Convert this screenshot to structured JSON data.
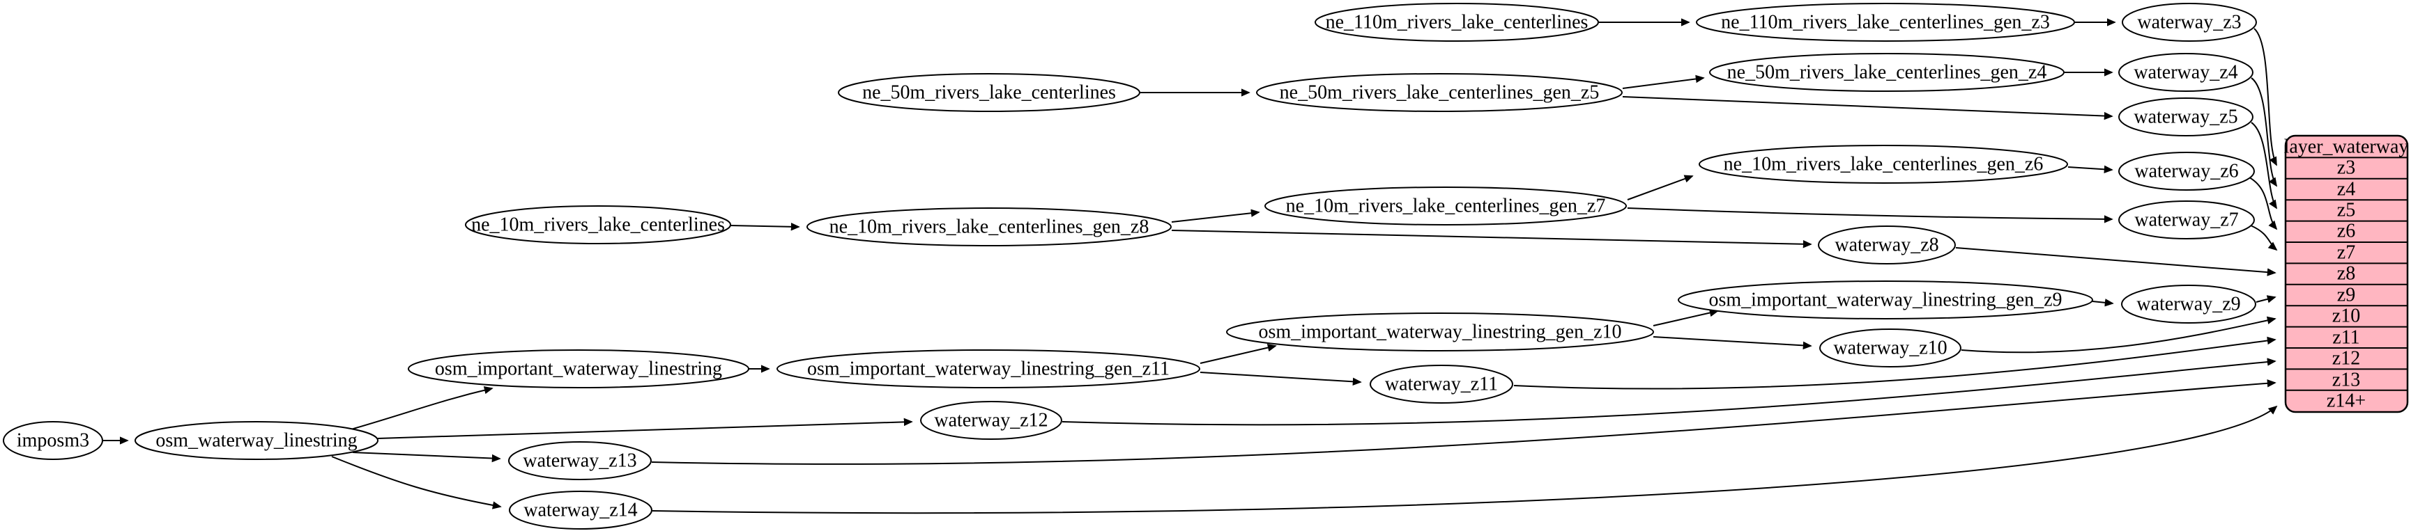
{
  "diagram": {
    "type": "graphviz-flow",
    "background_color": "#ffffff",
    "node_fill": "#ffffff",
    "node_stroke": "#000000",
    "edge_color": "#000000",
    "table_fill": "#ffb6c1"
  },
  "nodes": {
    "imposm3": "imposm3",
    "osm_waterway_linestring": "osm_waterway_linestring",
    "ne_110m_rivers_lake_centerlines": "ne_110m_rivers_lake_centerlines",
    "ne_110m_rivers_lake_centerlines_gen_z3": "ne_110m_rivers_lake_centerlines_gen_z3",
    "waterway_z3": "waterway_z3",
    "ne_50m_rivers_lake_centerlines": "ne_50m_rivers_lake_centerlines",
    "ne_50m_rivers_lake_centerlines_gen_z5": "ne_50m_rivers_lake_centerlines_gen_z5",
    "ne_50m_rivers_lake_centerlines_gen_z4": "ne_50m_rivers_lake_centerlines_gen_z4",
    "waterway_z4": "waterway_z4",
    "waterway_z5": "waterway_z5",
    "ne_10m_rivers_lake_centerlines": "ne_10m_rivers_lake_centerlines",
    "ne_10m_rivers_lake_centerlines_gen_z8": "ne_10m_rivers_lake_centerlines_gen_z8",
    "ne_10m_rivers_lake_centerlines_gen_z7": "ne_10m_rivers_lake_centerlines_gen_z7",
    "ne_10m_rivers_lake_centerlines_gen_z6": "ne_10m_rivers_lake_centerlines_gen_z6",
    "waterway_z6": "waterway_z6",
    "waterway_z7": "waterway_z7",
    "waterway_z8": "waterway_z8",
    "osm_important_waterway_linestring": "osm_important_waterway_linestring",
    "osm_important_waterway_linestring_gen_z11": "osm_important_waterway_linestring_gen_z11",
    "osm_important_waterway_linestring_gen_z10": "osm_important_waterway_linestring_gen_z10",
    "osm_important_waterway_linestring_gen_z9": "osm_important_waterway_linestring_gen_z9",
    "waterway_z9": "waterway_z9",
    "waterway_z10": "waterway_z10",
    "waterway_z11": "waterway_z11",
    "waterway_z12": "waterway_z12",
    "waterway_z13": "waterway_z13",
    "waterway_z14": "waterway_z14"
  },
  "table": {
    "title": "layer_waterway",
    "rows": [
      "z3",
      "z4",
      "z5",
      "z6",
      "z7",
      "z8",
      "z9",
      "z10",
      "z11",
      "z12",
      "z13",
      "z14+"
    ]
  },
  "edges": [
    {
      "from": "imposm3",
      "to": "osm_waterway_linestring"
    },
    {
      "from": "osm_waterway_linestring",
      "to": "osm_important_waterway_linestring"
    },
    {
      "from": "osm_waterway_linestring",
      "to": "waterway_z12"
    },
    {
      "from": "osm_waterway_linestring",
      "to": "waterway_z13"
    },
    {
      "from": "osm_waterway_linestring",
      "to": "waterway_z14"
    },
    {
      "from": "osm_important_waterway_linestring",
      "to": "osm_important_waterway_linestring_gen_z11"
    },
    {
      "from": "osm_important_waterway_linestring_gen_z11",
      "to": "osm_important_waterway_linestring_gen_z10"
    },
    {
      "from": "osm_important_waterway_linestring_gen_z11",
      "to": "waterway_z11"
    },
    {
      "from": "osm_important_waterway_linestring_gen_z10",
      "to": "osm_important_waterway_linestring_gen_z9"
    },
    {
      "from": "osm_important_waterway_linestring_gen_z10",
      "to": "waterway_z10"
    },
    {
      "from": "osm_important_waterway_linestring_gen_z9",
      "to": "waterway_z9"
    },
    {
      "from": "ne_110m_rivers_lake_centerlines",
      "to": "ne_110m_rivers_lake_centerlines_gen_z3"
    },
    {
      "from": "ne_110m_rivers_lake_centerlines_gen_z3",
      "to": "waterway_z3"
    },
    {
      "from": "ne_50m_rivers_lake_centerlines",
      "to": "ne_50m_rivers_lake_centerlines_gen_z5"
    },
    {
      "from": "ne_50m_rivers_lake_centerlines_gen_z5",
      "to": "ne_50m_rivers_lake_centerlines_gen_z4"
    },
    {
      "from": "ne_50m_rivers_lake_centerlines_gen_z5",
      "to": "waterway_z5"
    },
    {
      "from": "ne_50m_rivers_lake_centerlines_gen_z4",
      "to": "waterway_z4"
    },
    {
      "from": "ne_10m_rivers_lake_centerlines",
      "to": "ne_10m_rivers_lake_centerlines_gen_z8"
    },
    {
      "from": "ne_10m_rivers_lake_centerlines_gen_z8",
      "to": "ne_10m_rivers_lake_centerlines_gen_z7"
    },
    {
      "from": "ne_10m_rivers_lake_centerlines_gen_z8",
      "to": "waterway_z8"
    },
    {
      "from": "ne_10m_rivers_lake_centerlines_gen_z7",
      "to": "ne_10m_rivers_lake_centerlines_gen_z6"
    },
    {
      "from": "ne_10m_rivers_lake_centerlines_gen_z7",
      "to": "waterway_z7"
    },
    {
      "from": "ne_10m_rivers_lake_centerlines_gen_z6",
      "to": "waterway_z6"
    },
    {
      "from": "waterway_z3",
      "to": "layer_waterway.z3"
    },
    {
      "from": "waterway_z4",
      "to": "layer_waterway.z4"
    },
    {
      "from": "waterway_z5",
      "to": "layer_waterway.z5"
    },
    {
      "from": "waterway_z6",
      "to": "layer_waterway.z6"
    },
    {
      "from": "waterway_z7",
      "to": "layer_waterway.z7"
    },
    {
      "from": "waterway_z8",
      "to": "layer_waterway.z8"
    },
    {
      "from": "waterway_z9",
      "to": "layer_waterway.z9"
    },
    {
      "from": "waterway_z10",
      "to": "layer_waterway.z10"
    },
    {
      "from": "waterway_z11",
      "to": "layer_waterway.z11"
    },
    {
      "from": "waterway_z12",
      "to": "layer_waterway.z12"
    },
    {
      "from": "waterway_z13",
      "to": "layer_waterway.z13"
    },
    {
      "from": "waterway_z14",
      "to": "layer_waterway.z14+"
    }
  ]
}
